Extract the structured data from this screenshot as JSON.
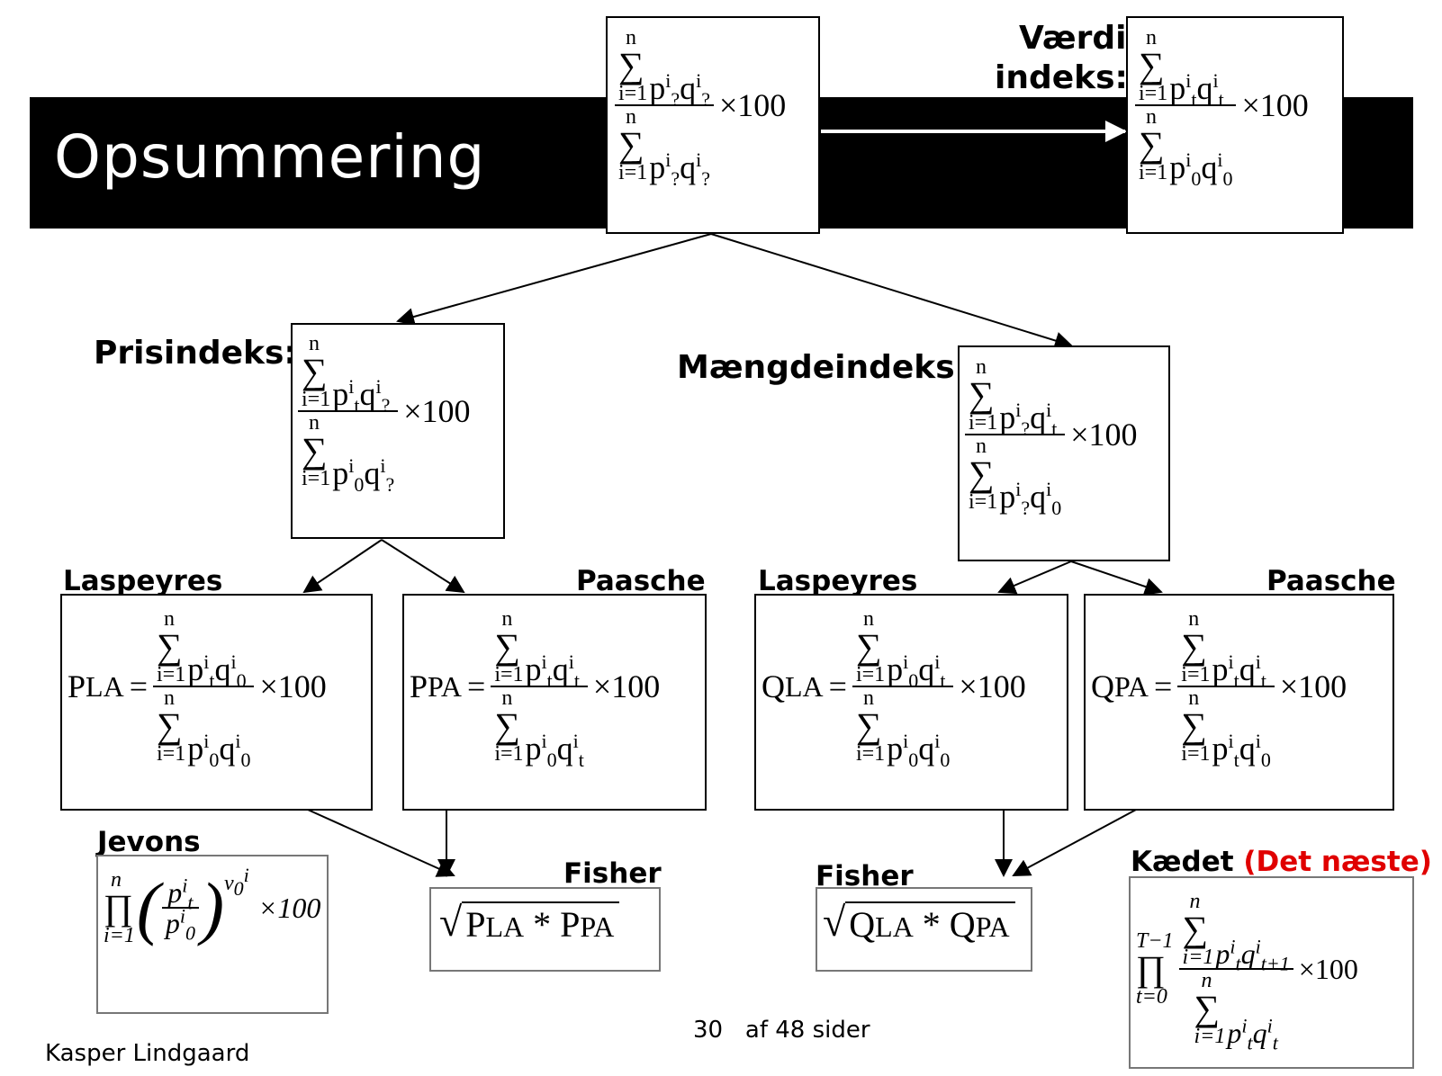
{
  "slide": {
    "title": "Opsummering",
    "author": "Kasper Lindgaard",
    "page_number": "30",
    "page_suffix": "af 48 sider"
  },
  "labels": {
    "vaerdi_line1": "Værdi",
    "vaerdi_line2": "indeks:",
    "prisindeks": "Prisindeks:",
    "maengdeindeks": "Mængdeindeks:",
    "laspeyres_price": "Laspeyres",
    "paasche_price": "Paasche",
    "laspeyres_qty": "Laspeyres",
    "paasche_qty": "Paasche",
    "jevons": "Jevons",
    "fisher_price": "Fisher",
    "fisher_qty": "Fisher",
    "kaedet": "Kædet",
    "det_naeste": "(Det næste)"
  },
  "formula": {
    "n": "n",
    "i1": "i=1",
    "sum": "∑",
    "times100": "×100",
    "pt": "p",
    "general_sup": "i",
    "unknown": "?",
    "t": "t",
    "zero": "0",
    "P": "P",
    "Q": "Q",
    "LA": "LA",
    "PA": "PA",
    "eq": "=",
    "star": "*",
    "prod": "∏",
    "radical": "√",
    "jevons_weight": "v",
    "chain_upper": "T−1",
    "chain_lower": "t=0",
    "chain_tplus1": "t+1"
  },
  "colors": {
    "band": "#000000",
    "accent_red": "#e00000"
  }
}
